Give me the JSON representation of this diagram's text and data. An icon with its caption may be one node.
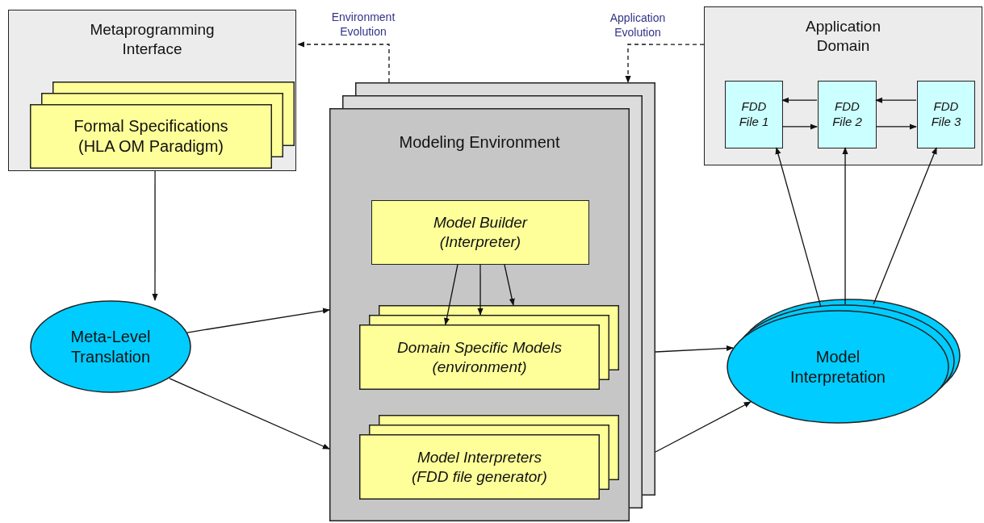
{
  "diagram": {
    "nodes": [
      {
        "text": [
          "Metaprogramming Interface"
        ]
      },
      {
        "text": [
          "Formal Specifications",
          "(HLA OM Paradigm)"
        ],
        "in": 0
      },
      {
        "text": [
          "Application Domain"
        ]
      },
      {
        "text": [
          "FDD File 1"
        ],
        "in": 2
      },
      {
        "text": [
          "FDD File 2"
        ],
        "in": 2
      },
      {
        "text": [
          "FDD File 3"
        ],
        "in": 2
      },
      {
        "text": [
          "Modeling Environment"
        ]
      },
      {
        "text": [
          "Model Builder",
          "(Interpreter)"
        ],
        "in": 6
      },
      {
        "text": [
          "Domain Specific Models",
          "(environment)"
        ],
        "in": 6
      },
      {
        "text": [
          "Model Interpreters",
          "(FDD file generator)"
        ],
        "in": 6
      },
      {
        "text": [
          "Meta-Level Translation"
        ]
      },
      {
        "text": [
          "Model Interpretation"
        ]
      }
    ],
    "edges": [
      {
        "from": 6,
        "to": 0,
        "arrow": "to",
        "style": "dashed",
        "label": "Environment Evolution"
      },
      {
        "from": 2,
        "to": 6,
        "arrow": "to",
        "style": "dashed",
        "label": "Application Evolution"
      },
      {
        "from": 0,
        "to": 10,
        "arrow": "to"
      },
      {
        "from": 10,
        "to": 6,
        "arrow": "to"
      },
      {
        "from": 10,
        "to": 6,
        "arrow": "to"
      },
      {
        "from": 7,
        "to": 8,
        "arrow": "to"
      },
      {
        "from": 7,
        "to": 8,
        "arrow": "to"
      },
      {
        "from": 7,
        "to": 8,
        "arrow": "to"
      },
      {
        "from": 6,
        "to": 11,
        "arrow": "to"
      },
      {
        "from": 6,
        "to": 11,
        "arrow": "to"
      },
      {
        "from": 11,
        "to": 3,
        "arrow": "to"
      },
      {
        "from": 11,
        "to": 4,
        "arrow": "to"
      },
      {
        "from": 11,
        "to": 5,
        "arrow": "to"
      },
      {
        "from": 4,
        "to": 3,
        "arrow": "to"
      },
      {
        "from": 3,
        "to": 4,
        "arrow": "to"
      },
      {
        "from": 5,
        "to": 4,
        "arrow": "to"
      },
      {
        "from": 4,
        "to": 5,
        "arrow": "to"
      }
    ]
  }
}
